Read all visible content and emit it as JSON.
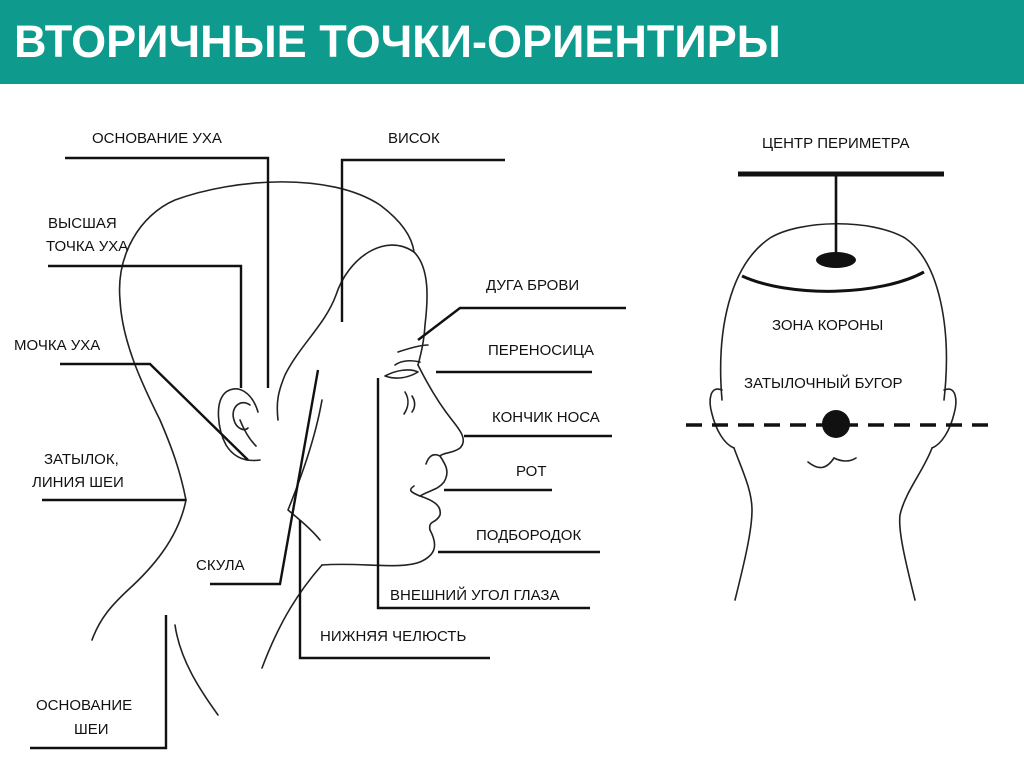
{
  "title": "ВТОРИЧНЫЕ ТОЧКИ-ОРИЕНТИРЫ",
  "colors": {
    "title_bar": "#0e9a8d",
    "title_text": "#ffffff",
    "lines": "#111111"
  },
  "side_view": {
    "labels": {
      "ear_base": "ОСНОВАНИЕ УХА",
      "temple": "ВИСОК",
      "ear_top_1": "ВЫСШАЯ",
      "ear_top_2": "ТОЧКА УХА",
      "brow_arc": "ДУГА БРОВИ",
      "earlobe": "МОЧКА УХА",
      "nose_bridge": "ПЕРЕНОСИЦА",
      "nose_tip": "КОНЧИК НОСА",
      "nape_1": "ЗАТЫЛОК,",
      "nape_2": "ЛИНИЯ  ШЕИ",
      "mouth": "РОТ",
      "chin": "ПОДБОРОДОК",
      "cheekbone": "СКУЛА",
      "outer_eye_corner": "ВНЕШНИЙ УГОЛ ГЛАЗА",
      "lower_jaw": "НИЖНЯЯ ЧЕЛЮСТЬ",
      "neck_base_1": "ОСНОВАНИЕ",
      "neck_base_2": "ШЕИ"
    }
  },
  "back_view": {
    "labels": {
      "perimeter_center": "ЦЕНТР ПЕРИМЕТРА",
      "crown_zone": "ЗОНА КОРОНЫ",
      "occipital_bump": "ЗАТЫЛОЧНЫЙ БУГОР"
    }
  }
}
